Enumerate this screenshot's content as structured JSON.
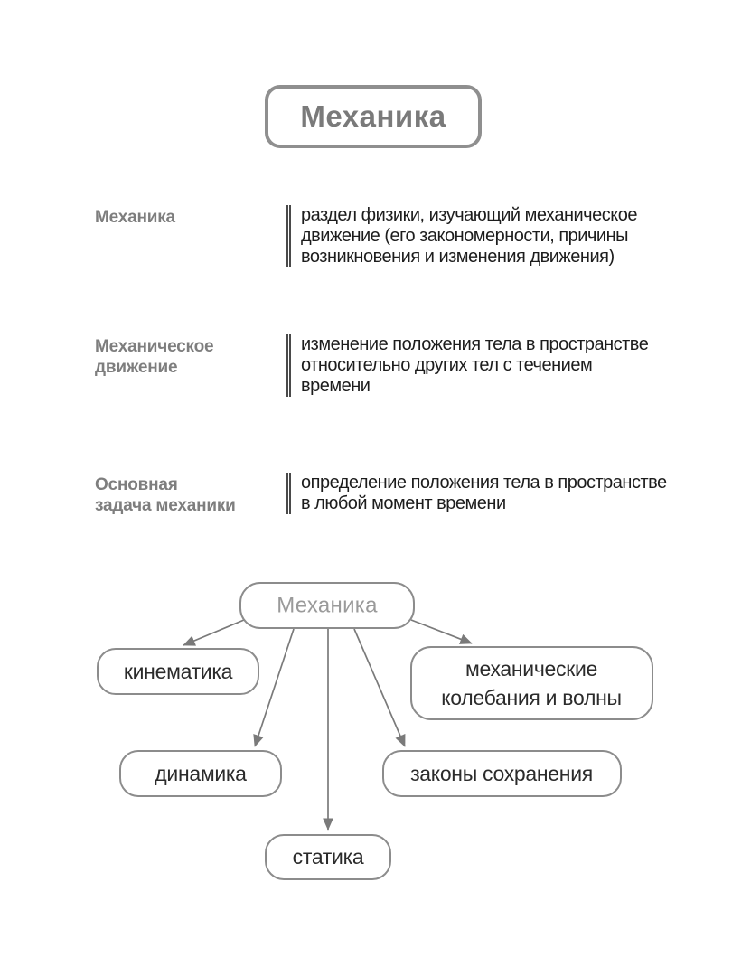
{
  "page": {
    "title": "Механика"
  },
  "colors": {
    "title_text": "#7a7a7a",
    "title_border": "#8f8f8f",
    "term_text": "#7e7e7e",
    "body_text": "#1d1d1d",
    "separator_rule": "#4a4a4a",
    "node_border": "#8c8c8c",
    "node_label": "#2b2b2b",
    "root_label": "#9a9a9a",
    "arrow": "#7a7a7a"
  },
  "definitions": [
    {
      "term": "Механика",
      "definition": "раздел физики, изучающий механическое\nдвижение (его закономерности, причины\nвозникновения и изменения движения)"
    },
    {
      "term": "Механическое\nдвижение",
      "definition": "изменение положения тела в пространстве\nотносительно других тел с течением\nвремени"
    },
    {
      "term": "Основная\nзадача механики",
      "definition": "определение положения тела в пространстве\nв любой момент времени"
    }
  ],
  "diagram": {
    "root": {
      "label": "Механика"
    },
    "nodes": {
      "kinematics": {
        "label": "кинематика"
      },
      "oscillations": {
        "line1": "механические",
        "line2": "колебания и волны"
      },
      "dynamics": {
        "label": "динамика"
      },
      "conservation": {
        "label": "законы сохранения"
      },
      "statics": {
        "label": "статика"
      }
    }
  }
}
